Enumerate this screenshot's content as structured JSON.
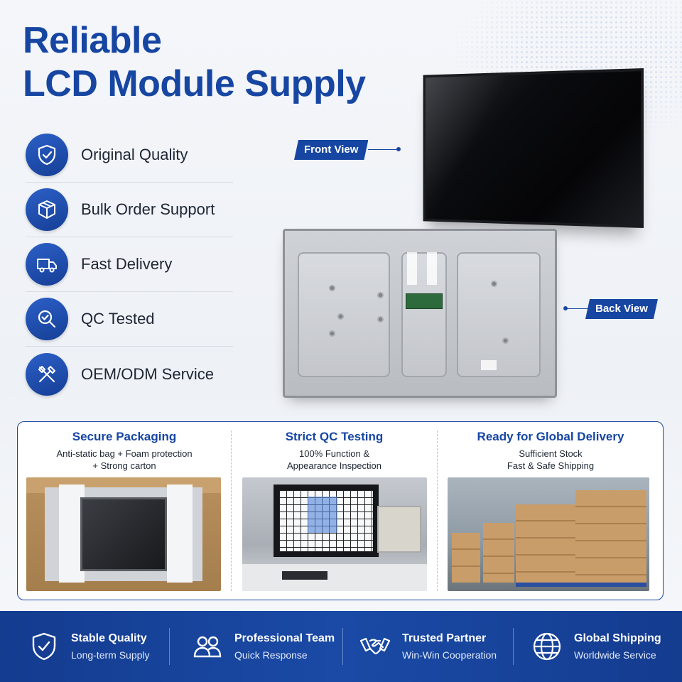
{
  "title": {
    "line1": "Reliable",
    "line2": "LCD Module Supply"
  },
  "features": [
    {
      "label": "Original Quality",
      "icon": "shield-check-icon"
    },
    {
      "label": "Bulk Order Support",
      "icon": "box-icon"
    },
    {
      "label": "Fast Delivery",
      "icon": "truck-icon"
    },
    {
      "label": "QC Tested",
      "icon": "magnifier-check-icon"
    },
    {
      "label": "OEM/ODM Service",
      "icon": "tools-icon"
    }
  ],
  "views": {
    "front": "Front View",
    "back": "Back View"
  },
  "services": [
    {
      "title": "Secure Packaging",
      "line1": "Anti-static bag + Foam protection",
      "line2": "+ Strong carton"
    },
    {
      "title": "Strict QC Testing",
      "line1": "100% Function &",
      "line2": "Appearance Inspection"
    },
    {
      "title": "Ready for Global Delivery",
      "line1": "Sufficient Stock",
      "line2": "Fast & Safe Shipping"
    }
  ],
  "footer": [
    {
      "title": "Stable Quality",
      "subtitle": "Long-term Supply",
      "icon": "shield-check-icon"
    },
    {
      "title": "Professional Team",
      "subtitle": "Quick Response",
      "icon": "team-icon"
    },
    {
      "title": "Trusted Partner",
      "subtitle": "Win-Win Cooperation",
      "icon": "handshake-icon"
    },
    {
      "title": "Global Shipping",
      "subtitle": "Worldwide Service",
      "icon": "globe-icon"
    }
  ],
  "colors": {
    "brand": "#1746a2",
    "footer": "#1a4aa6"
  }
}
